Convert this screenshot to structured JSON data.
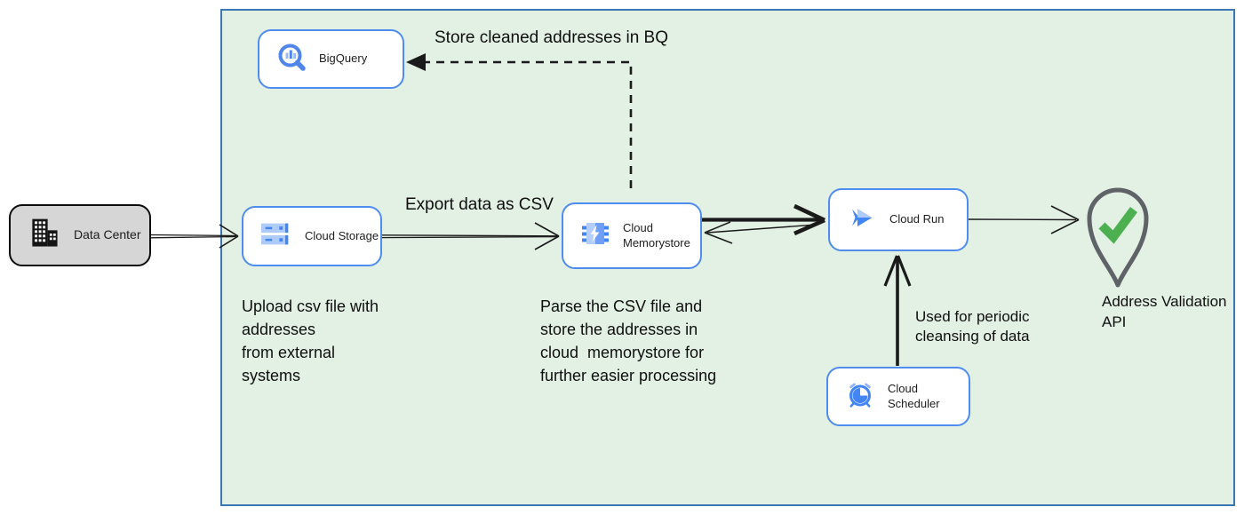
{
  "diagram_type": "cloud-architecture-flow",
  "colors": {
    "panel_fill": "#e3f0e4",
    "panel_border": "#3b77b5",
    "node_border": "#4e8cf0",
    "node_fill": "#ffffff",
    "data_center_fill": "#d6d6d6",
    "icon_blue": "#4285f4",
    "icon_light_blue": "#aecbfa",
    "arrow_black": "#1a1a1a",
    "pin_gray": "#5f6368",
    "check_green": "#4caf50"
  },
  "nodes": {
    "data_center": {
      "label": "Data Center"
    },
    "bigquery": {
      "label": "BigQuery"
    },
    "cloud_storage": {
      "label": "Cloud Storage"
    },
    "cloud_memorystore": {
      "label": "Cloud Memorystore"
    },
    "cloud_run": {
      "label": "Cloud Run"
    },
    "cloud_scheduler": {
      "label": "Cloud Scheduler"
    },
    "address_validation_api": {
      "label": "Address Validation\nAPI"
    }
  },
  "edge_labels": {
    "store_cleaned": "Store cleaned addresses in BQ",
    "export_csv": "Export data as CSV",
    "periodic_cleansing": "Used for periodic\ncleansing of data"
  },
  "notes": {
    "upload": "Upload csv file with\naddresses\nfrom external\nsystems",
    "parse": "Parse the CSV file and\nstore the addresses in\ncloud  memorystore for\nfurther easier processing"
  }
}
